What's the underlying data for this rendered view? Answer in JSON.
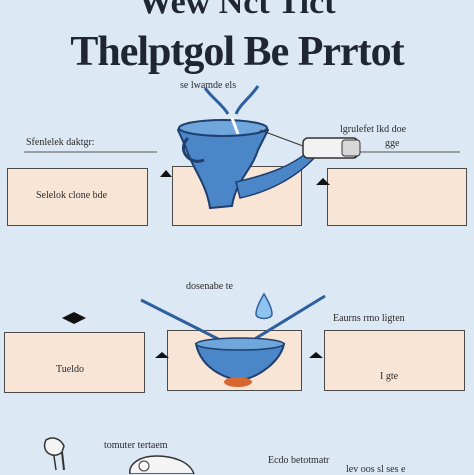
{
  "title_line1": "Wew Nct Tict",
  "title_line2": "Thelptgol Be Prrtot",
  "top_section": {
    "top_label": "se lwamde els",
    "left_label": "Sfenlelek daktgr:",
    "right_label_line1": "lgrulefet lkd doe",
    "right_label_line2": "gge",
    "left_box_text": "Selelok clone bde",
    "right_box_text": ""
  },
  "bottom_section": {
    "top_label": "dosenabe te",
    "right_label": "Eaurns rmo ligten",
    "left_box_text": "Tueldo",
    "right_box_text": "I gte"
  },
  "footer": {
    "left_label": "tomuter tertaem",
    "right_label_line1": "Ecdo betotmatr",
    "right_label_line2": "lev oos sl ses e"
  },
  "colors": {
    "background": "#dce8f4",
    "box_fill": "#f8e5d6",
    "water_blue": "#4a86c8",
    "pot_dark": "#2f5f9e",
    "accent_orange": "#d9662e"
  },
  "icons": [
    "neti-pot-icon",
    "water-drop-icon",
    "bowl-icon",
    "arrow-up-icon",
    "arrow-left-icon",
    "faucet-icon",
    "nozzle-icon"
  ]
}
